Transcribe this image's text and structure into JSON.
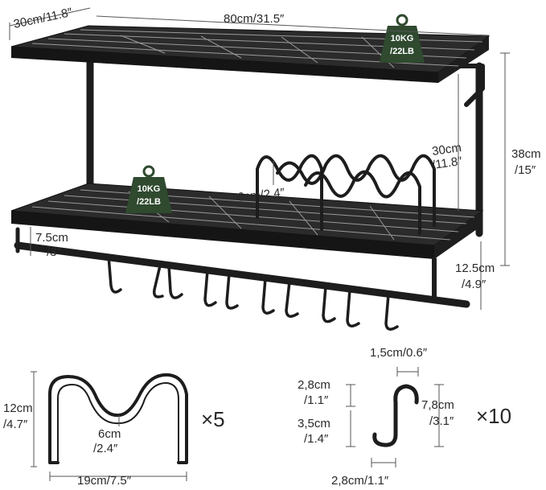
{
  "rack": {
    "depth_label": "30cm/11.8″",
    "width_label": "80cm/31.5″",
    "total_height_cm": "38cm",
    "total_height_in": "/15″",
    "tier_gap_cm": "30cm",
    "tier_gap_in": "/11.8″",
    "rail_gap_cm": "7.5cm",
    "rail_gap_in": "/3″",
    "rail_drop_cm": "12.5cm",
    "rail_drop_in": "/4.9″",
    "plate_slot_label": "6cm/2.4″",
    "top_badge": {
      "line1": "10KG",
      "line2": "/22LB",
      "color": "#2f4a2f"
    },
    "bottom_badge": {
      "line1": "10KG",
      "line2": "/22LB",
      "color": "#2f4a2f"
    }
  },
  "lid_holder": {
    "height_cm": "12cm",
    "height_in": "/4.7″",
    "slot_cm": "6cm",
    "slot_in": "/2.4″",
    "width_label": "19cm/7.5″",
    "quantity": "×5"
  },
  "s_hook": {
    "top_width_label": "1,5cm/0.6″",
    "top_height_cm": "2,8cm",
    "top_height_in": "/1.1″",
    "lower_height_cm": "3,5cm",
    "lower_height_in": "/1.4″",
    "total_height_cm": "7,8cm",
    "total_height_in": "/3.1″",
    "bottom_width_label": "2,8cm/1.1″",
    "quantity": "×10"
  }
}
